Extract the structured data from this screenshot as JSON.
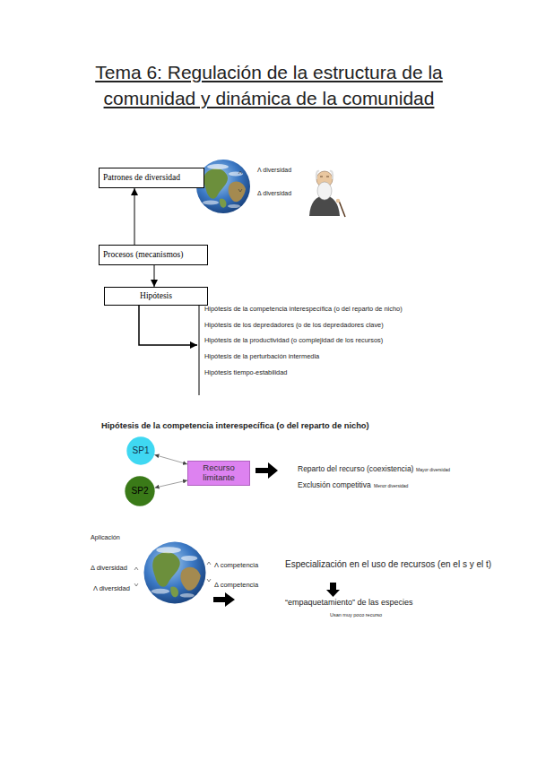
{
  "diagram": {
    "title": "Tema 6: Regulación de la estructura de la comunidad y dinámica de la comunidad",
    "nodes": [
      {
        "text": [
          "Patrones de diversidad"
        ]
      },
      {
        "text": [
          "Procesos (mecanismos)"
        ]
      },
      {
        "text": [
          "Hipótesis"
        ]
      },
      {
        "text": [
          "SP1"
        ]
      },
      {
        "text": [
          "SP2"
        ]
      },
      {
        "text": [
          "Recurso limitante"
        ]
      }
    ],
    "edges": [
      {
        "from": 1,
        "to": 0,
        "arrow": "to"
      },
      {
        "from": 1,
        "to": 2,
        "arrow": "to"
      },
      {
        "from": 3,
        "to": 5,
        "arrow": "both"
      },
      {
        "from": 4,
        "to": 5,
        "arrow": "both"
      }
    ],
    "labels": [
      "Λ diversidad",
      "Δ diversidad",
      "Hipótesis de la competencia interespecífica (o del reparto de nicho)",
      "Hipótesis de los depredadores (o de los depredadores clave)",
      "Hipótesis de la productividad (o complejidad de los recursos)",
      "Hipótesis de la perturbación intermedia",
      "Hipótesis tiempo-estabilidad",
      "Hipótesis de la competencia interespecífica (o del reparto de nicho)",
      "Reparto del recurso (coexistencia)",
      "Mayor diversidad",
      "Exclusión competitiva",
      "Menor diversidad",
      "Aplicación",
      "Δ diversidad",
      "Λ competencia",
      "Λ diversidad",
      "Δ competencia",
      "Especialización en el uso de recursos (en el s y el t)",
      "“empaquetamiento” de las especies",
      "Usan muy poco recurso"
    ]
  }
}
